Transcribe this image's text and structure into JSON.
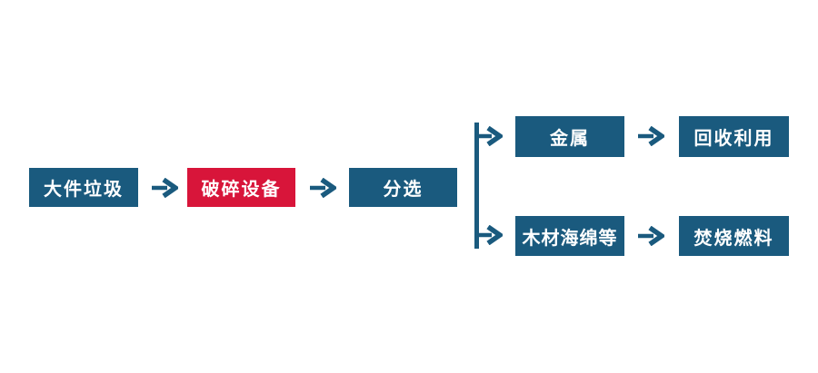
{
  "colors": {
    "node_blue": "#1A5A7E",
    "node_red": "#D8153A",
    "arrow_blue": "#1A5A7E",
    "text_white": "#FFFFFF",
    "background": "#FFFFFF"
  },
  "flowchart": {
    "nodes": {
      "bulky_waste": "大件垃圾",
      "crushing_equipment": "破碎设备",
      "sorting": "分选",
      "metal": "金属",
      "wood_sponge_etc": "木材海绵等",
      "recycling": "回收利用",
      "incineration_fuel": "焚烧燃料"
    },
    "edges": [
      {
        "from": "大件垃圾",
        "to": "破碎设备"
      },
      {
        "from": "破碎设备",
        "to": "分选"
      },
      {
        "from": "分选",
        "to": "金属"
      },
      {
        "from": "分选",
        "to": "木材海绵等"
      },
      {
        "from": "金属",
        "to": "回收利用"
      },
      {
        "from": "木材海绵等",
        "to": "焚烧燃料"
      }
    ]
  }
}
